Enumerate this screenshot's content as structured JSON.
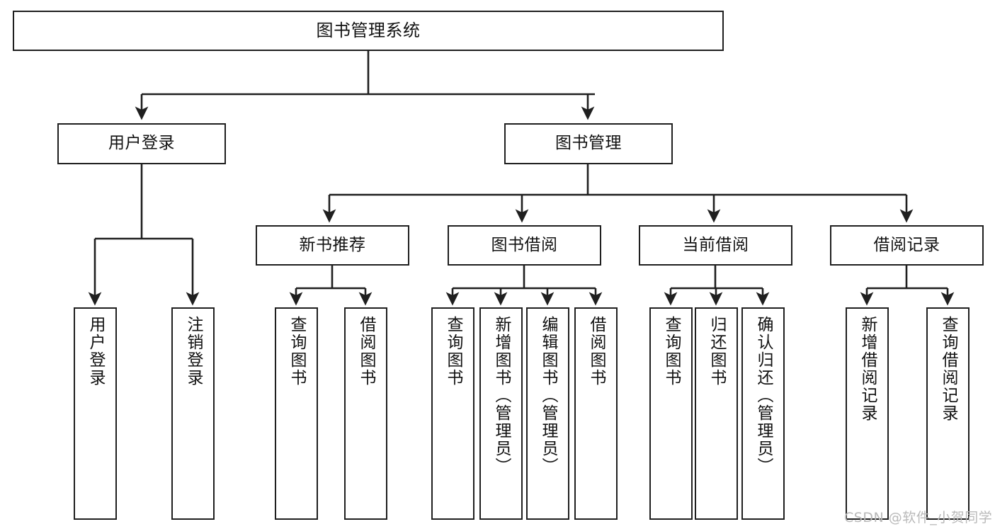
{
  "diagram": {
    "title": "图书管理系统",
    "watermark": "CSDN @软件_小贺同学",
    "line_color": "#1f1f1f",
    "box_fill": "#ffffff",
    "text_color": "#111111",
    "watermark_color": "#b9b9b9",
    "root": {
      "label": "图书管理系统"
    },
    "level2": [
      {
        "key": "user-login",
        "label": "用户登录"
      },
      {
        "key": "book-management",
        "label": "图书管理"
      }
    ],
    "level3": [
      {
        "key": "new-book-recommend",
        "label": "新书推荐"
      },
      {
        "key": "book-borrow",
        "label": "图书借阅"
      },
      {
        "key": "current-borrow",
        "label": "当前借阅"
      },
      {
        "key": "borrow-record",
        "label": "借阅记录"
      }
    ],
    "leaves": {
      "user-login": [
        {
          "key": "leaf-user-login",
          "label": "用户登录"
        },
        {
          "key": "leaf-logout-login",
          "label": "注销登录"
        }
      ],
      "new-book-recommend": [
        {
          "key": "leaf-query-book-1",
          "label": "查询图书"
        },
        {
          "key": "leaf-borrow-book-1",
          "label": "借阅图书"
        }
      ],
      "book-borrow": [
        {
          "key": "leaf-query-book-2",
          "label": "查询图书"
        },
        {
          "key": "leaf-add-book-admin",
          "label": "新增图书（管理员）"
        },
        {
          "key": "leaf-edit-book-admin",
          "label": "编辑图书（管理员）"
        },
        {
          "key": "leaf-borrow-book-2",
          "label": "借阅图书"
        }
      ],
      "current-borrow": [
        {
          "key": "leaf-query-book-3",
          "label": "查询图书"
        },
        {
          "key": "leaf-return-book",
          "label": "归还图书"
        },
        {
          "key": "leaf-confirm-return-admin",
          "label": "确认归还（管理员）"
        }
      ],
      "borrow-record": [
        {
          "key": "leaf-add-borrow-record",
          "label": "新增借阅记录"
        },
        {
          "key": "leaf-query-borrow-record",
          "label": "查询借阅记录"
        }
      ]
    }
  }
}
